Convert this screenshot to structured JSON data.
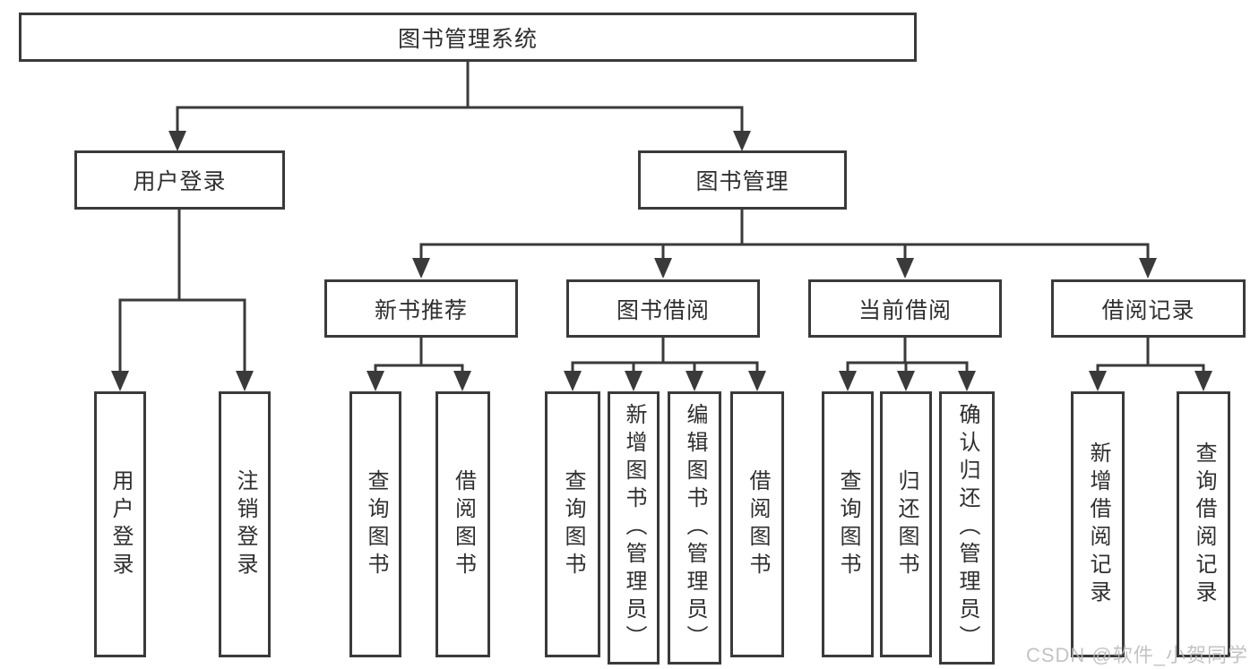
{
  "diagram": {
    "title": "图书管理系统",
    "nodes": {
      "root": "图书管理系统",
      "user_login": "用户登录",
      "book_management": "图书管理",
      "new_book_recommend": "新书推荐",
      "book_borrowing": "图书借阅",
      "current_borrowing": "当前借阅",
      "borrowing_records": "借阅记录",
      "leaf_user_login": "用户登录",
      "leaf_logout": "注销登录",
      "leaf_query_books_1": "查询图书",
      "leaf_borrow_books_1": "借阅图书",
      "leaf_query_books_2": "查询图书",
      "leaf_add_books_admin": "新增图书（管理员）",
      "leaf_edit_books_admin": "编辑图书（管理员）",
      "leaf_borrow_books_2": "借阅图书",
      "leaf_query_books_3": "查询图书",
      "leaf_return_books": "归还图书",
      "leaf_confirm_return_admin": "确认归还（管理员）",
      "leaf_add_borrow_record": "新增借阅记录",
      "leaf_query_borrow_record": "查询借阅记录"
    },
    "hierarchy": {
      "图书管理系统": [
        "用户登录",
        "图书管理"
      ],
      "用户登录": [
        "用户登录",
        "注销登录"
      ],
      "图书管理": [
        "新书推荐",
        "图书借阅",
        "当前借阅",
        "借阅记录"
      ],
      "新书推荐": [
        "查询图书",
        "借阅图书"
      ],
      "图书借阅": [
        "查询图书",
        "新增图书（管理员）",
        "编辑图书（管理员）",
        "借阅图书"
      ],
      "当前借阅": [
        "查询图书",
        "归还图书",
        "确认归还（管理员）"
      ],
      "借阅记录": [
        "新增借阅记录",
        "查询借阅记录"
      ]
    },
    "watermark": "CSDN @软件_小贺同学",
    "colors": {
      "line": "#3a3a3a",
      "text": "#2f2f2f",
      "background": "#ffffff",
      "watermark": "#b9b9b9"
    }
  }
}
